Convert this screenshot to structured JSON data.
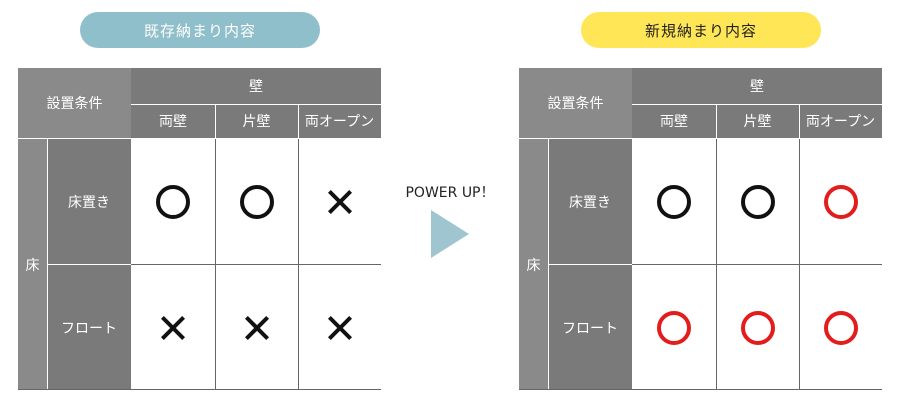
{
  "left_header": "既存納まり内容",
  "right_header": "新規納まり内容",
  "powerup_label": "POWER UP！",
  "table": {
    "condition_label": "設置条件",
    "wall_label": "壁",
    "wall_cols": [
      "両壁",
      "片壁",
      "両オープン"
    ],
    "floor_label": "床",
    "floor_rows": [
      "床置き",
      "フロート"
    ]
  },
  "existing_marks": [
    [
      "circle",
      "circle",
      "cross"
    ],
    [
      "cross",
      "cross",
      "cross"
    ]
  ],
  "new_marks": [
    [
      "circle",
      "circle",
      "circle-red"
    ],
    [
      "circle-red",
      "circle-red",
      "circle-red"
    ]
  ],
  "colors": {
    "left_pill": "#8fbfca",
    "right_pill": "#ffe657",
    "mark_red": "#e31c1c",
    "arrow": "#9fc6d0"
  }
}
